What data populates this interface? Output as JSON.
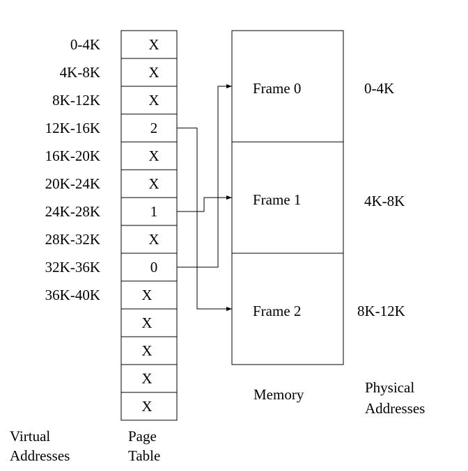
{
  "title": "Virtual to physical address translation via page table",
  "virtual_addresses": {
    "caption": [
      "Virtual",
      "Addresses"
    ],
    "ranges": [
      "0-4K",
      "4K-8K",
      "8K-12K",
      "12K-16K",
      "16K-20K",
      "20K-24K",
      "24K-28K",
      "28K-32K",
      "32K-36K",
      "36K-40K"
    ]
  },
  "page_table": {
    "caption": [
      "Page",
      "Table"
    ],
    "entries": [
      "X",
      "X",
      "X",
      "2",
      "X",
      "X",
      "1",
      "X",
      "0",
      "X",
      "X",
      "X",
      "X",
      "X"
    ]
  },
  "memory": {
    "caption": "Memory",
    "frames": [
      {
        "label": "Frame 0",
        "physical_range": "0-4K"
      },
      {
        "label": "Frame 1",
        "physical_range": "4K-8K"
      },
      {
        "label": "Frame 2",
        "physical_range": "8K-12K"
      }
    ]
  },
  "physical_addresses": {
    "caption": [
      "Physical",
      "Addresses"
    ]
  },
  "mappings": [
    {
      "page_index": 3,
      "frame": 2
    },
    {
      "page_index": 6,
      "frame": 1
    },
    {
      "page_index": 8,
      "frame": 0
    }
  ],
  "colors": {
    "line": "#000000",
    "background": "#ffffff"
  }
}
